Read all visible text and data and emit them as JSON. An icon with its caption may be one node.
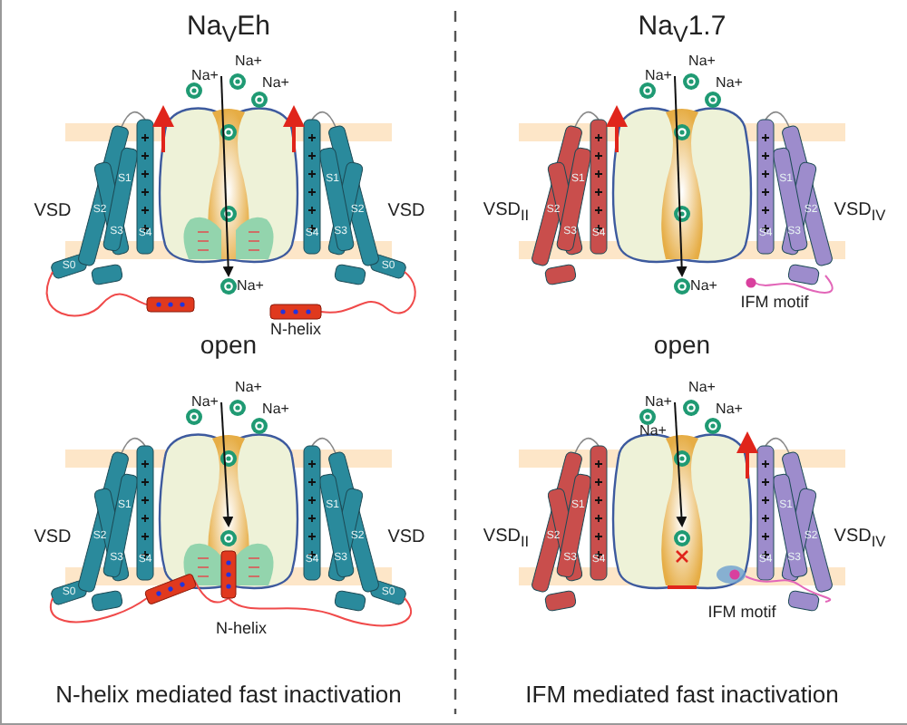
{
  "diagram": {
    "labels": [
      "Na$_{V}$Eh",
      "Na$_{V}$1.7",
      "Na+",
      "Na+",
      "Na+",
      "VSD",
      "S0",
      "S2",
      "S3",
      "S1",
      "S4",
      "S4",
      "S1",
      "S3",
      "S2",
      "S0",
      "VSD",
      "Na+",
      "N-helix",
      "open",
      "Na+",
      "Na+",
      "Na+",
      "VSD$_{II}$",
      "S2",
      "S3",
      "S1",
      "S4",
      "S4",
      "S1",
      "S3",
      "S2",
      "VSD$_{IV}$",
      "Na+",
      "IFM motif",
      "open",
      "Na+",
      "Na+",
      "Na+",
      "VSD",
      "S0",
      "S2",
      "S3",
      "S1",
      "S4",
      "S4",
      "S1",
      "S3",
      "S2",
      "S0",
      "VSD",
      "N-helix",
      "N-helix mediated fast inactivation",
      "Na+",
      "Na+",
      "Na+",
      "Na+",
      "VSD$_{II}$",
      "S2",
      "S3",
      "S1",
      "S4",
      "S4",
      "S1",
      "S3",
      "S2",
      "VSD$_{IV}$",
      "IFM motif",
      "IFM mediated fast inactivation"
    ]
  }
}
